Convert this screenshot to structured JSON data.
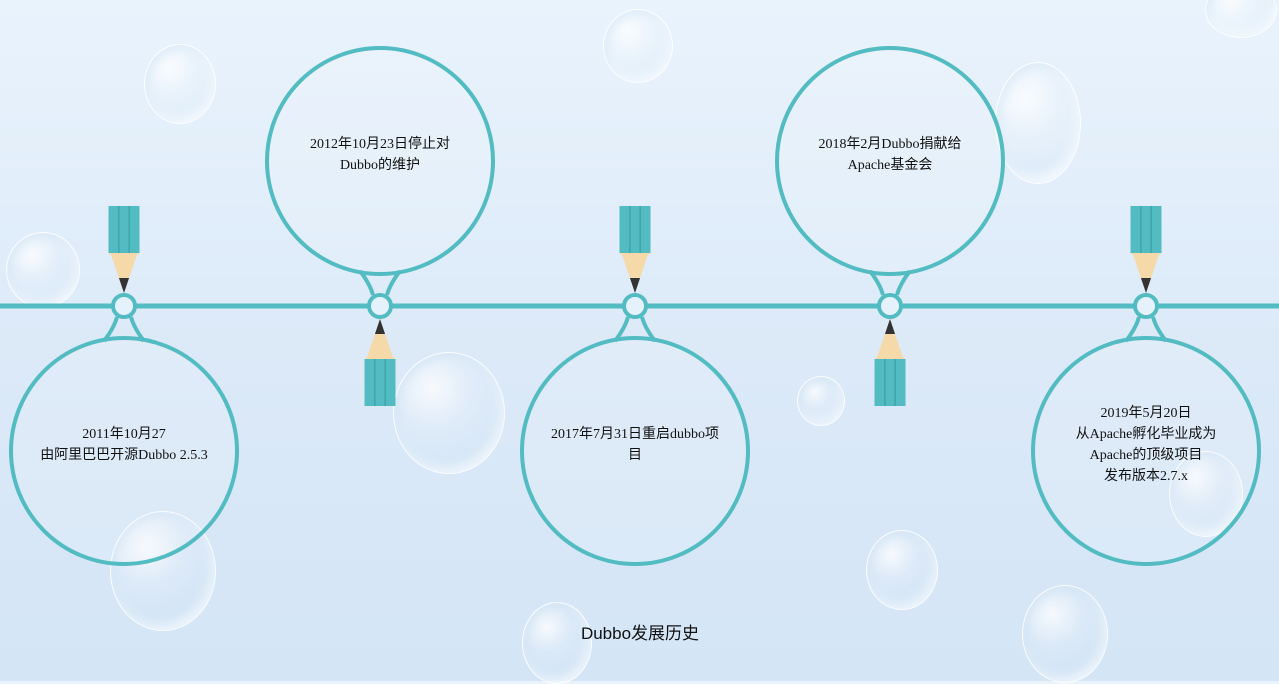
{
  "title": "Dubbo发展历史",
  "colors": {
    "accent": "#52bcc2",
    "pencil_body": "#52bcc2",
    "pencil_stripe": "#3fa5ab",
    "pencil_wood": "#f6d9a8",
    "pencil_lead": "#333333",
    "text": "#111111"
  },
  "events": [
    {
      "position": "below",
      "lines": [
        "2011年10月27",
        "由阿里巴巴开源Dubbo 2.5.3"
      ]
    },
    {
      "position": "above",
      "lines": [
        "2012年10月23日停止对",
        "Dubbo的维护"
      ]
    },
    {
      "position": "below",
      "lines": [
        "2017年7月31日重启dubbo项",
        "目"
      ]
    },
    {
      "position": "above",
      "lines": [
        "2018年2月Dubbo捐献给",
        "Apache基金会"
      ]
    },
    {
      "position": "below",
      "lines": [
        "2019年5月20日",
        "从Apache孵化毕业成为",
        "Apache的顶级项目",
        "发布版本2.7.x"
      ]
    }
  ]
}
